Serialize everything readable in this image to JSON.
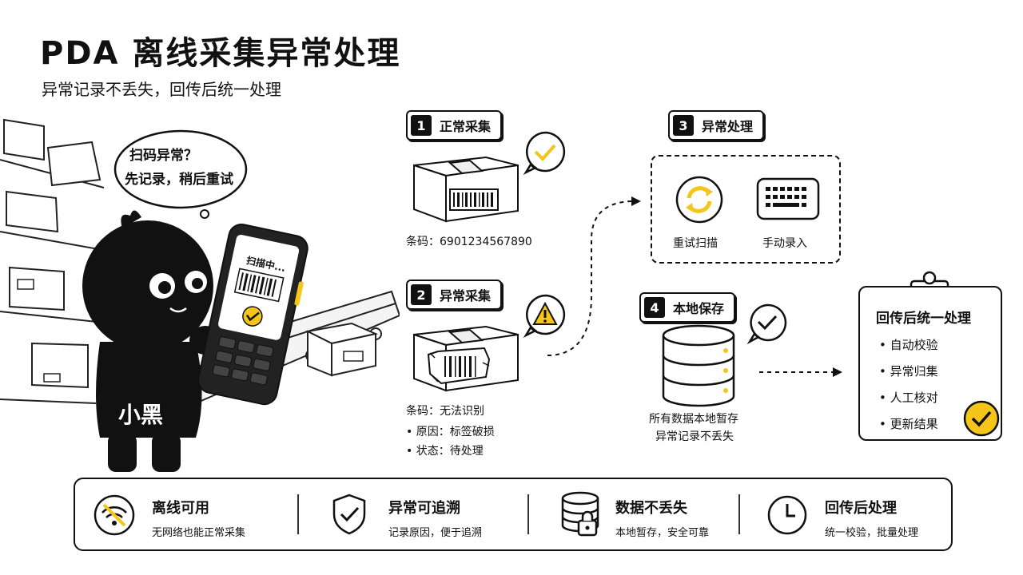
{
  "header": {
    "title": "PDA 离线采集异常处理",
    "subtitle": "异常记录不丢失，回传后统一处理"
  },
  "mascot": {
    "speech_line1": "扫码异常？",
    "speech_line2": "先记录，稍后重试",
    "name": "小黑",
    "pda_screen_text": "扫描中..."
  },
  "step1": {
    "num": "1",
    "label": "正常采集",
    "barcode_line": "条码：6901234567890"
  },
  "step2": {
    "num": "2",
    "label": "异常采集",
    "barcode_line": "条码：无法识别",
    "reason": "• 原因：标签破损",
    "status": "• 状态：待处理"
  },
  "step3": {
    "num": "3",
    "label": "异常处理",
    "option_rescan": "重试扫描",
    "option_manual": "手动录入"
  },
  "step4": {
    "num": "4",
    "label": "本地保存",
    "desc_line1": "所有数据本地暂存",
    "desc_line2": "异常记录不丢失"
  },
  "clipboard": {
    "title": "回传后统一处理",
    "items": [
      "• 自动校验",
      "• 异常归集",
      "• 人工核对",
      "• 更新结果"
    ]
  },
  "features": [
    {
      "title": "离线可用",
      "sub": "无网络也能正常采集",
      "icon": "wifi-off-icon"
    },
    {
      "title": "异常可追溯",
      "sub": "记录原因，便于追溯",
      "icon": "shield-check-icon"
    },
    {
      "title": "数据不丢失",
      "sub": "本地暂存，安全可靠",
      "icon": "database-lock-icon"
    },
    {
      "title": "回传后处理",
      "sub": "统一校验，批量处理",
      "icon": "clock-icon"
    }
  ],
  "colors": {
    "accent_yellow": "#F5C518",
    "ink": "#111111"
  }
}
